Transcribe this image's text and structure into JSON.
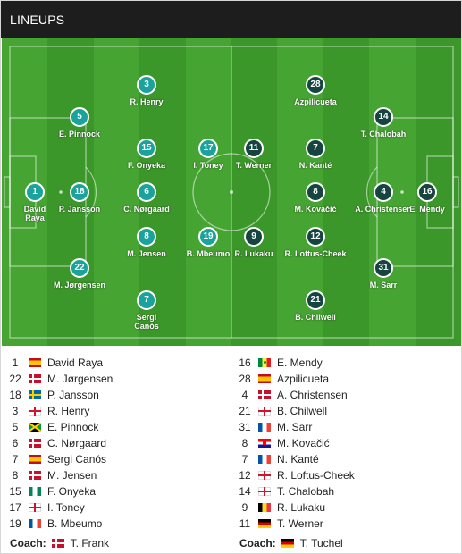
{
  "header": {
    "title": "LINEUPS"
  },
  "colors": {
    "pitch_light": "#46a532",
    "pitch_dark": "#3c972a",
    "home_player": "#1aa39a",
    "away_player": "#16453f",
    "header_bg": "#1d1d1d"
  },
  "home_pitch": [
    {
      "number": "1",
      "name_lines": [
        "David",
        "Raya"
      ]
    },
    {
      "number": "18",
      "name_lines": [
        "P. Jansson"
      ]
    },
    {
      "number": "5",
      "name_lines": [
        "E. Pinnock"
      ]
    },
    {
      "number": "22",
      "name_lines": [
        "M. Jørgensen"
      ]
    },
    {
      "number": "3",
      "name_lines": [
        "R. Henry"
      ]
    },
    {
      "number": "15",
      "name_lines": [
        "F. Onyeka"
      ]
    },
    {
      "number": "6",
      "name_lines": [
        "C. Nørgaard"
      ]
    },
    {
      "number": "8",
      "name_lines": [
        "M. Jensen"
      ]
    },
    {
      "number": "7",
      "name_lines": [
        "Sergi",
        "Canós"
      ]
    },
    {
      "number": "17",
      "name_lines": [
        "I. Toney"
      ]
    },
    {
      "number": "19",
      "name_lines": [
        "B. Mbeumo"
      ]
    }
  ],
  "away_pitch": [
    {
      "number": "16",
      "name_lines": [
        "E. Mendy"
      ]
    },
    {
      "number": "4",
      "name_lines": [
        "A. Christensen"
      ]
    },
    {
      "number": "14",
      "name_lines": [
        "T. Chalobah"
      ]
    },
    {
      "number": "31",
      "name_lines": [
        "M. Sarr"
      ]
    },
    {
      "number": "28",
      "name_lines": [
        "Azpilicueta"
      ]
    },
    {
      "number": "7",
      "name_lines": [
        "N. Kanté"
      ]
    },
    {
      "number": "8",
      "name_lines": [
        "M. Kovačić"
      ]
    },
    {
      "number": "12",
      "name_lines": [
        "R. Loftus-Cheek"
      ]
    },
    {
      "number": "21",
      "name_lines": [
        "B. Chilwell"
      ]
    },
    {
      "number": "11",
      "name_lines": [
        "T. Werner"
      ]
    },
    {
      "number": "9",
      "name_lines": [
        "R. Lukaku"
      ]
    }
  ],
  "home_list": [
    {
      "number": "1",
      "flag": "spain-flag",
      "name": "David Raya"
    },
    {
      "number": "22",
      "flag": "denmark-flag",
      "name": "M. Jørgensen"
    },
    {
      "number": "18",
      "flag": "sweden-flag",
      "name": "P. Jansson"
    },
    {
      "number": "3",
      "flag": "england-flag",
      "name": "R. Henry"
    },
    {
      "number": "5",
      "flag": "jamaica-flag",
      "name": "E. Pinnock"
    },
    {
      "number": "6",
      "flag": "denmark-flag",
      "name": "C. Nørgaard"
    },
    {
      "number": "7",
      "flag": "spain-flag",
      "name": "Sergi Canós"
    },
    {
      "number": "8",
      "flag": "denmark-flag",
      "name": "M. Jensen"
    },
    {
      "number": "15",
      "flag": "nigeria-flag",
      "name": "F. Onyeka"
    },
    {
      "number": "17",
      "flag": "england-flag",
      "name": "I. Toney"
    },
    {
      "number": "19",
      "flag": "france-flag",
      "name": "B. Mbeumo"
    }
  ],
  "away_list": [
    {
      "number": "16",
      "flag": "senegal-flag",
      "name": "E. Mendy"
    },
    {
      "number": "28",
      "flag": "spain-flag",
      "name": "Azpilicueta"
    },
    {
      "number": "4",
      "flag": "denmark-flag",
      "name": "A. Christensen"
    },
    {
      "number": "21",
      "flag": "england-flag",
      "name": "B. Chilwell"
    },
    {
      "number": "31",
      "flag": "france-flag",
      "name": "M. Sarr"
    },
    {
      "number": "8",
      "flag": "croatia-flag",
      "name": "M. Kovačić"
    },
    {
      "number": "7",
      "flag": "france-flag",
      "name": "N. Kanté"
    },
    {
      "number": "12",
      "flag": "england-flag",
      "name": "R. Loftus-Cheek"
    },
    {
      "number": "14",
      "flag": "england-flag",
      "name": "T. Chalobah"
    },
    {
      "number": "9",
      "flag": "belgium-flag",
      "name": "R. Lukaku"
    },
    {
      "number": "11",
      "flag": "germany-flag",
      "name": "T. Werner"
    }
  ],
  "coaches": {
    "label": "Coach:",
    "home": {
      "flag": "denmark-flag",
      "name": "T. Frank"
    },
    "away": {
      "flag": "germany-flag",
      "name": "T. Tuchel"
    }
  }
}
